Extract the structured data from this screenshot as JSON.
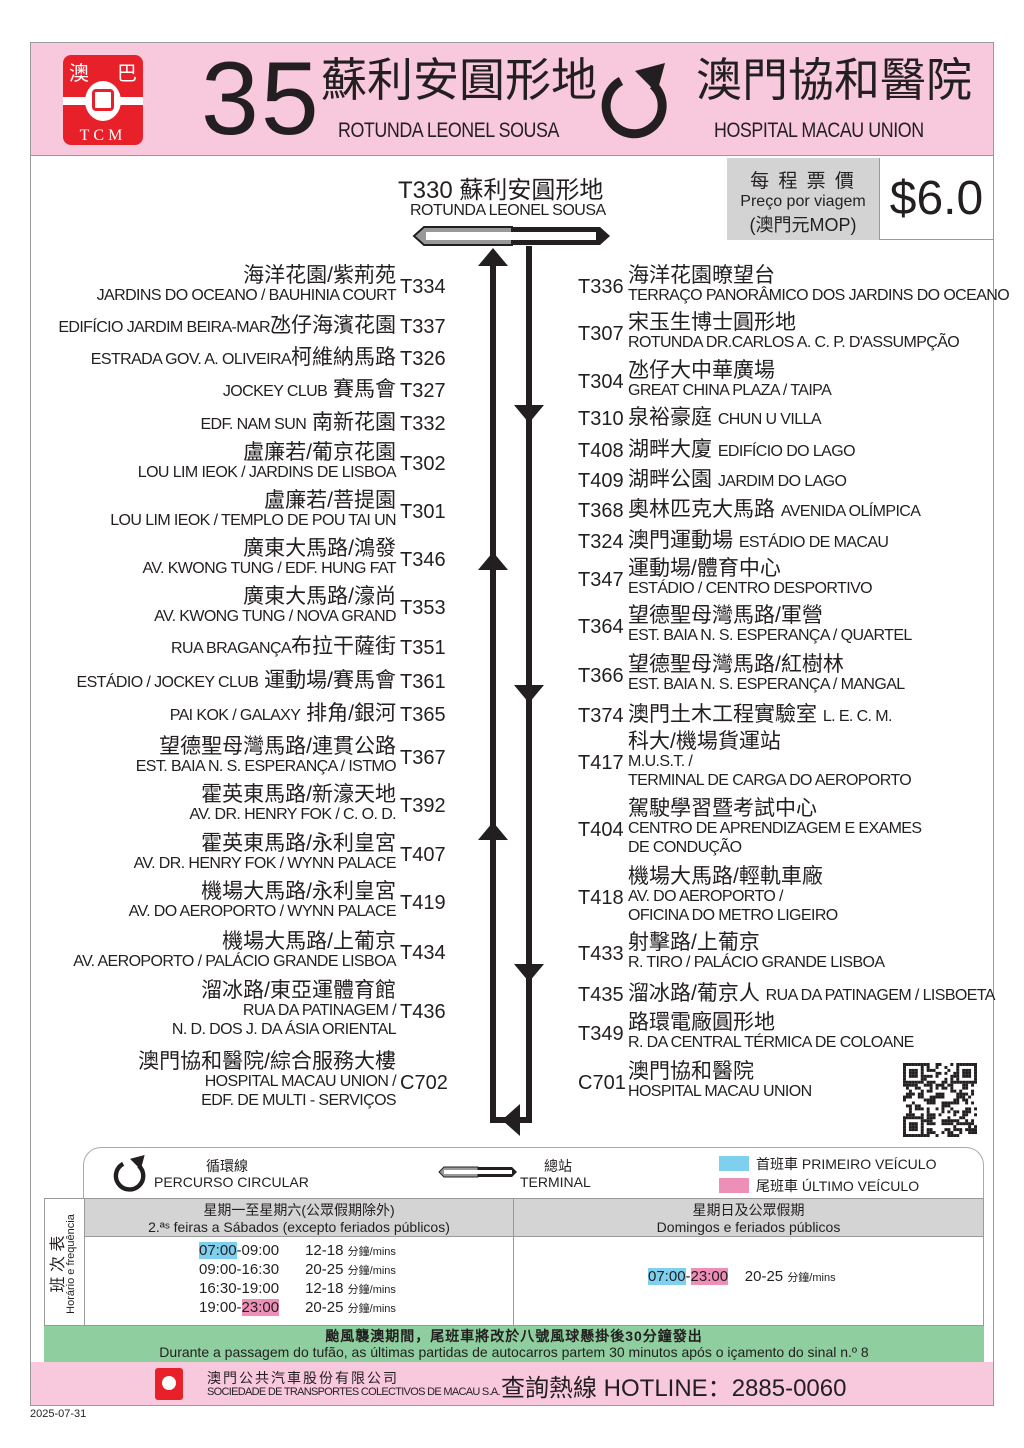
{
  "header": {
    "logo": {
      "top_left": "澳",
      "top_right": "巴",
      "bottom": "TCM"
    },
    "route_number": "35",
    "origin_zh": "蘇利安圓形地",
    "origin_pt": "ROTUNDA LEONEL SOUSA",
    "dest_zh": "澳門協和醫院",
    "dest_pt": "HOSPITAL MACAU UNION",
    "icon": "circular-route-icon"
  },
  "terminal": {
    "code_zh": "T330 蘇利安圓形地",
    "pt": "ROTUNDA LEONEL SOUSA"
  },
  "fare": {
    "zh": "每 程 票 價",
    "pt": "Preço por viagem",
    "unit": "(澳門元MOP)",
    "value": "$6.0"
  },
  "left_stops": [
    {
      "code": "T334",
      "zh": "海洋花園/紫荊苑",
      "pt": [
        "JARDINS DO OCEANO / BAUHINIA COURT"
      ]
    },
    {
      "code": "T337",
      "zh": "氹仔海濱花園",
      "pt": [
        "EDIFÍCIO JARDIM BEIRA-MAR"
      ],
      "inline": true
    },
    {
      "code": "T326",
      "zh": "柯維納馬路",
      "pt": [
        "ESTRADA GOV. A. OLIVEIRA"
      ],
      "inline": true
    },
    {
      "code": "T327",
      "zh": " 賽馬會",
      "pt": [
        "JOCKEY CLUB"
      ],
      "inline": true
    },
    {
      "code": "T332",
      "zh": " 南新花園",
      "pt": [
        "EDF. NAM SUN"
      ],
      "inline": true
    },
    {
      "code": "T302",
      "zh": "盧廉若/葡京花園",
      "pt": [
        "LOU LIM IEOK / JARDINS DE LISBOA"
      ]
    },
    {
      "code": "T301",
      "zh": "盧廉若/菩提園",
      "pt": [
        "LOU LIM IEOK / TEMPLO DE POU TAI UN"
      ]
    },
    {
      "code": "T346",
      "zh": "廣東大馬路/鴻發",
      "pt": [
        "AV. KWONG TUNG / EDF. HUNG FAT"
      ]
    },
    {
      "code": "T353",
      "zh": "廣東大馬路/濠尚",
      "pt": [
        "AV. KWONG TUNG / NOVA GRAND"
      ]
    },
    {
      "code": "T351",
      "zh": "布拉干薩街",
      "pt": [
        "RUA BRAGANÇA"
      ],
      "inline": true
    },
    {
      "code": "T361",
      "zh": " 運動場/賽馬會",
      "pt": [
        "ESTÁDIO / JOCKEY CLUB"
      ],
      "inline": true
    },
    {
      "code": "T365",
      "zh": " 排角/銀河",
      "pt": [
        "PAI KOK / GALAXY"
      ],
      "inline": true
    },
    {
      "code": "T367",
      "zh": "望德聖母灣馬路/連貫公路",
      "pt": [
        "EST. BAIA N. S. ESPERANÇA / ISTMO"
      ]
    },
    {
      "code": "T392",
      "zh": "霍英東馬路/新濠天地",
      "pt": [
        "AV. DR. HENRY FOK / C. O. D."
      ]
    },
    {
      "code": "T407",
      "zh": "霍英東馬路/永利皇宮",
      "pt": [
        "AV. DR. HENRY FOK / WYNN PALACE"
      ]
    },
    {
      "code": "T419",
      "zh": "機場大馬路/永利皇宮",
      "pt": [
        "AV. DO AEROPORTO / WYNN PALACE"
      ]
    },
    {
      "code": "T434",
      "zh": "機場大馬路/上葡京",
      "pt": [
        "AV. AEROPORTO / PALÁCIO GRANDE LISBOA"
      ]
    },
    {
      "code": "T436",
      "zh": "溜冰路/東亞運體育館",
      "pt": [
        "RUA DA PATINAGEM /",
        "N. D. DOS J. DA ÁSIA ORIENTAL"
      ]
    },
    {
      "code": "C702",
      "zh": "澳門協和醫院/綜合服務大樓",
      "pt": [
        "HOSPITAL MACAU UNION /",
        "EDF. DE MULTI - SERVIÇOS"
      ]
    }
  ],
  "right_stops": [
    {
      "code": "T336",
      "zh": "海洋花園暸望台",
      "pt": [
        "TERRAÇO PANORÂMICO DOS JARDINS DO OCEANO"
      ]
    },
    {
      "code": "T307",
      "zh": "宋玉生博士圓形地",
      "pt": [
        "ROTUNDA DR.CARLOS A. C. P. D'ASSUMPÇÃO"
      ]
    },
    {
      "code": "T304",
      "zh": "氹仔大中華廣場",
      "pt": [
        "GREAT CHINA PLAZA / TAIPA"
      ]
    },
    {
      "code": "T310",
      "zh": "泉裕豪庭 ",
      "pt": [
        "CHUN U VILLA"
      ],
      "inline": true
    },
    {
      "code": "T408",
      "zh": "湖畔大廈 ",
      "pt": [
        "EDIFÍCIO DO LAGO"
      ],
      "inline": true
    },
    {
      "code": "T409",
      "zh": "湖畔公園 ",
      "pt": [
        "JARDIM DO LAGO"
      ],
      "inline": true
    },
    {
      "code": "T368",
      "zh": "奧林匹克大馬路 ",
      "pt": [
        "AVENIDA OLÍMPICA"
      ],
      "inline": true
    },
    {
      "code": "T324",
      "zh": "澳門運動場 ",
      "pt": [
        "ESTÁDIO DE MACAU"
      ],
      "inline": true
    },
    {
      "code": "T347",
      "zh": "運動場/體育中心",
      "pt": [
        "ESTÁDIO / CENTRO DESPORTIVO"
      ]
    },
    {
      "code": "T364",
      "zh": "望德聖母灣馬路/軍營",
      "pt": [
        "EST. BAIA N. S. ESPERANÇA / QUARTEL"
      ]
    },
    {
      "code": "T366",
      "zh": "望德聖母灣馬路/紅樹林",
      "pt": [
        "EST. BAIA N. S. ESPERANÇA / MANGAL"
      ]
    },
    {
      "code": "T374",
      "zh": "澳門土木工程實驗室 ",
      "pt": [
        "L. E. C. M."
      ],
      "inline": true
    },
    {
      "code": "T417",
      "zh": "科大/機場貨運站",
      "pt": [
        "M.U.S.T. /",
        "TERMINAL DE CARGA DO AEROPORTO"
      ]
    },
    {
      "code": "T404",
      "zh": "駕駛學習暨考試中心",
      "pt": [
        "CENTRO DE APRENDIZAGEM E EXAMES",
        "DE CONDUÇÃO"
      ]
    },
    {
      "code": "T418",
      "zh": "機場大馬路/輕軌車廠",
      "pt": [
        "AV. DO AEROPORTO /",
        "OFICINA DO METRO LIGEIRO"
      ]
    },
    {
      "code": "T433",
      "zh": "射擊路/上葡京",
      "pt": [
        "R. TIRO / PALÁCIO GRANDE LISBOA"
      ]
    },
    {
      "code": "T435",
      "zh": "溜冰路/葡京人 ",
      "pt": [
        "RUA DA PATINAGEM / LISBOETA"
      ],
      "inline": true
    },
    {
      "code": "T349",
      "zh": "路環電廠圓形地",
      "pt": [
        "R. DA CENTRAL TÉRMICA DE COLOANE"
      ]
    },
    {
      "code": "C701",
      "zh": "澳門協和醫院",
      "pt": [
        "HOSPITAL MACAU UNION"
      ]
    }
  ],
  "legend": {
    "circular_zh": "循環線",
    "circular_pt": "PERCURSO CIRCULAR",
    "terminal_zh": "總站",
    "terminal_pt": "TERMINAL",
    "first_zh": "首班車",
    "first_pt": "PRIMEIRO VEÍCULO",
    "last_zh": "尾班車",
    "last_pt": "ÚLTIMO VEÍCULO",
    "first_color": "#7fd0ee",
    "last_color": "#ee8fb8"
  },
  "schedule": {
    "side_zh": "班 次 表",
    "side_pt": "Horário e frequência",
    "weekday": {
      "zh": "星期一至星期六(公眾假期除外)",
      "pt": "2.ªˢ feiras a Sábados (excepto feriados públicos)",
      "rows": [
        {
          "start": "07:00",
          "end": "09:00",
          "freq": "12-18",
          "first": true
        },
        {
          "start": "09:00",
          "end": "16:30",
          "freq": "20-25"
        },
        {
          "start": "16:30",
          "end": "19:00",
          "freq": "12-18"
        },
        {
          "start": "19:00",
          "end": "23:00",
          "freq": "20-25",
          "last": true
        }
      ]
    },
    "holiday": {
      "zh": "星期日及公眾假期",
      "pt": "Domingos e feriados públicos",
      "start": "07:00",
      "end": "23:00",
      "freq": "20-25"
    },
    "unit": "分鐘/mins"
  },
  "typhoon": {
    "zh": "颱風襲澳期間，尾班車將改於八號風球懸掛後30分鐘發出",
    "pt": "Durante a passagem do tufão, as últimas partidas de autocarros partem 30 minutos após o içamento do sinal n.º 8"
  },
  "footer": {
    "company_zh": "澳門公共汽車股份有限公司",
    "company_pt": "SOCIEDADE DE TRANSPORTES COLECTIVOS DE MACAU S.A.",
    "hotline_label": "查詢熱線 HOTLINE：",
    "hotline": "2885-0060"
  },
  "date": "2025-07-31"
}
